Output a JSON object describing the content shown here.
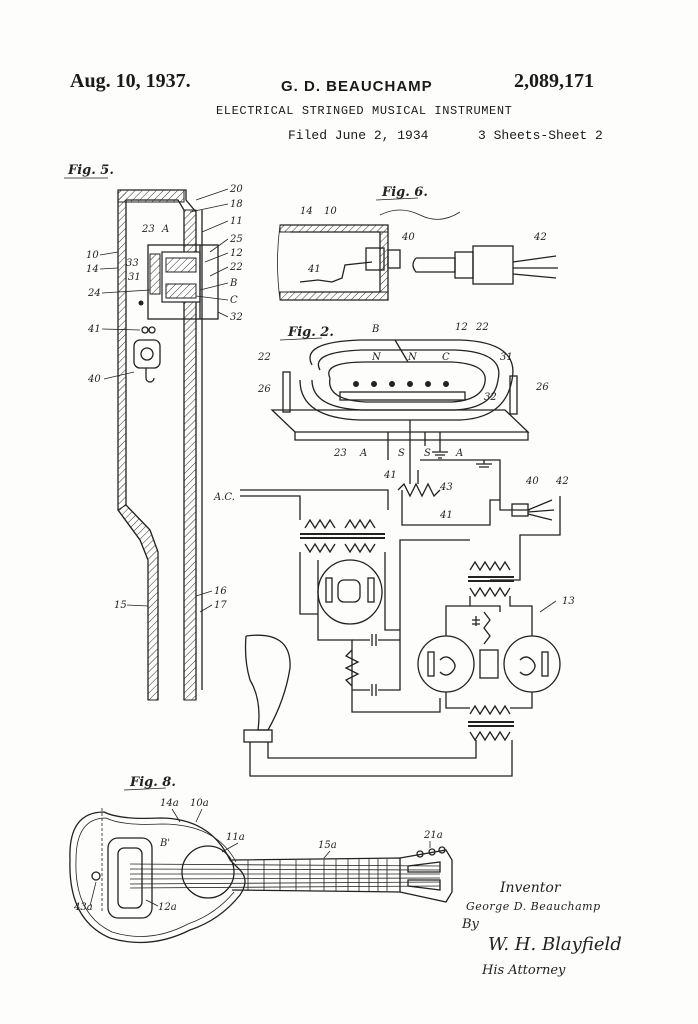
{
  "header": {
    "date": "Aug. 10, 1937.",
    "inventor": "G. D. BEAUCHAMP",
    "patent_number": "2,089,171",
    "title": "ELECTRICAL STRINGED MUSICAL INSTRUMENT",
    "filed": "Filed June 2, 1934",
    "sheets": "3 Sheets-Sheet 2"
  },
  "figures": {
    "fig5": "Fig. 5.",
    "fig6": "Fig. 6.",
    "fig2": "Fig. 2.",
    "fig8": "Fig. 8."
  },
  "labels": {
    "fig5": [
      "20",
      "18",
      "11",
      "10",
      "23",
      "A",
      "25",
      "12",
      "14",
      "33",
      "22",
      "B",
      "31",
      "24",
      "C",
      "32",
      "41",
      "40",
      "16",
      "15",
      "17"
    ],
    "fig6": [
      "14",
      "10",
      "40",
      "42",
      "41"
    ],
    "fig2": [
      "B",
      "12",
      "22",
      "22",
      "N",
      "N",
      "C",
      "31",
      "26",
      "26",
      "32",
      "23",
      "A",
      "S",
      "S",
      "A",
      "41",
      "43"
    ],
    "circuit": [
      "A.C.",
      "40",
      "42",
      "41",
      "13"
    ],
    "fig8": [
      "14a",
      "10a",
      "B'",
      "11a",
      "15a",
      "21a",
      "43a",
      "12a"
    ]
  },
  "signature": {
    "inventor_caption": "Inventor",
    "inventor_name": "George D. Beauchamp",
    "by": "By",
    "attorney_signature": "W. H. Blayfield",
    "attorney_caption": "His Attorney"
  }
}
